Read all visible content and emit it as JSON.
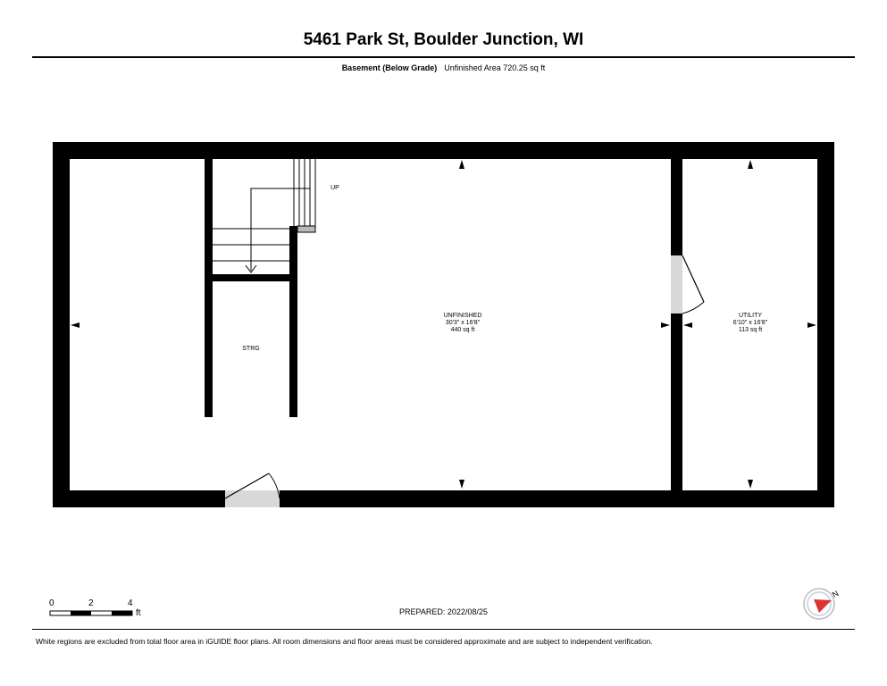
{
  "header": {
    "title": "5461 Park St, Boulder Junction, WI",
    "level_name": "Basement (Below Grade)",
    "area_summary": "Unfinished Area 720.25 sq ft"
  },
  "rooms": {
    "unfinished": {
      "name": "UNFINISHED",
      "dimensions": "30'3\" x 16'8\"",
      "area": "440 sq ft"
    },
    "utility": {
      "name": "UTILITY",
      "dimensions": "6'10\" x 16'8\"",
      "area": "113 sq ft"
    },
    "storage": {
      "name": "STRG"
    },
    "stairs": {
      "label": "UP"
    }
  },
  "scale_bar": {
    "ticks": [
      "0",
      "2",
      "4"
    ],
    "unit": "ft"
  },
  "prepared": "PREPARED: 2022/08/25",
  "compass": {
    "icon": "compass-icon",
    "north_label": "N"
  },
  "footer": {
    "disclaimer": "White regions are excluded from total floor area in iGUIDE floor plans. All room dimensions and floor areas must be considered approximate and are subject to independent verification."
  }
}
